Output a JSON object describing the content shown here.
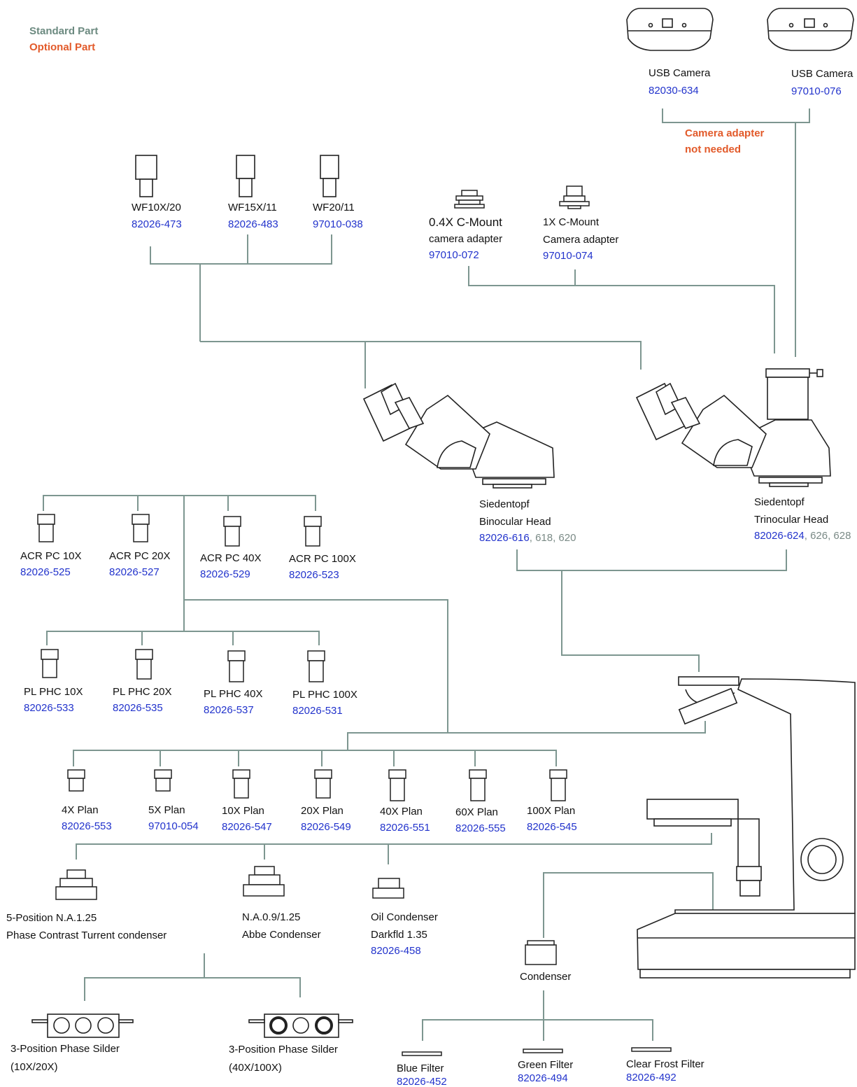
{
  "legend": {
    "standard": "Standard Part",
    "optional": "Optional Part"
  },
  "colors": {
    "line": "#7d9690",
    "code": "#2233cc",
    "optional": "#e25a2a",
    "standard": "#6c8a80"
  },
  "cameras": [
    {
      "name": "USB Camera",
      "code": "82030-634"
    },
    {
      "name": "USB Camera",
      "code": "97010-076"
    }
  ],
  "camera_note": [
    "Camera adapter",
    "not needed"
  ],
  "eyepieces": [
    {
      "name": "WF10X/20",
      "code": "82026-473"
    },
    {
      "name": "WF15X/11",
      "code": "82026-483"
    },
    {
      "name": "WF20/11",
      "code": "97010-038"
    }
  ],
  "adapters": [
    {
      "name1": "0.4X C-Mount",
      "name2": "camera adapter",
      "code": "97010-072"
    },
    {
      "name1": "1X C-Mount",
      "name2": "Camera adapter",
      "code": "97010-074"
    }
  ],
  "heads": [
    {
      "name1": "Siedentopf",
      "name2": "Binocular Head",
      "code": "82026-616",
      "alt": ", 618, 620"
    },
    {
      "name1": "Siedentopf",
      "name2": "Trinocular Head",
      "code": "82026-624",
      "alt": ", 626, 628"
    }
  ],
  "acr_objectives": [
    {
      "name": "ACR PC 10X",
      "code": "82026-525"
    },
    {
      "name": "ACR PC 20X",
      "code": "82026-527"
    },
    {
      "name": "ACR PC 40X",
      "code": "82026-529"
    },
    {
      "name": "ACR PC 100X",
      "code": "82026-523"
    }
  ],
  "pl_objectives": [
    {
      "name": "PL PHC 10X",
      "code": "82026-533"
    },
    {
      "name": "PL PHC 20X",
      "code": "82026-535"
    },
    {
      "name": "PL PHC 40X",
      "code": "82026-537"
    },
    {
      "name": "PL PHC 100X",
      "code": "82026-531"
    }
  ],
  "plan_objectives": [
    {
      "name": "4X Plan",
      "code": "82026-553"
    },
    {
      "name": "5X Plan",
      "code": "97010-054"
    },
    {
      "name": "10X Plan",
      "code": "82026-547"
    },
    {
      "name": "20X Plan",
      "code": "82026-549"
    },
    {
      "name": "40X Plan",
      "code": "82026-551"
    },
    {
      "name": "60X Plan",
      "code": "82026-555"
    },
    {
      "name": "100X Plan",
      "code": "82026-545"
    }
  ],
  "condensers": [
    {
      "name1": "5-Position N.A.1.25",
      "name2": "Phase Contrast Turrent condenser"
    },
    {
      "name1": "N.A.0.9/1.25",
      "name2": "Abbe Condenser"
    },
    {
      "name1": "Oil Condenser",
      "name2": "Darkfld 1.35",
      "code": "82026-458"
    }
  ],
  "condenser_main": "Condenser",
  "sliders": [
    {
      "name1": "3-Position Phase Silder",
      "name2": "(10X/20X)"
    },
    {
      "name1": "3-Position Phase Silder",
      "name2": "(40X/100X)"
    }
  ],
  "filters": [
    {
      "name": "Blue Filter",
      "code": "82026-452"
    },
    {
      "name": "Green Filter",
      "code": "82026-494"
    },
    {
      "name": "Clear Frost Filter",
      "code": "82026-492"
    }
  ]
}
